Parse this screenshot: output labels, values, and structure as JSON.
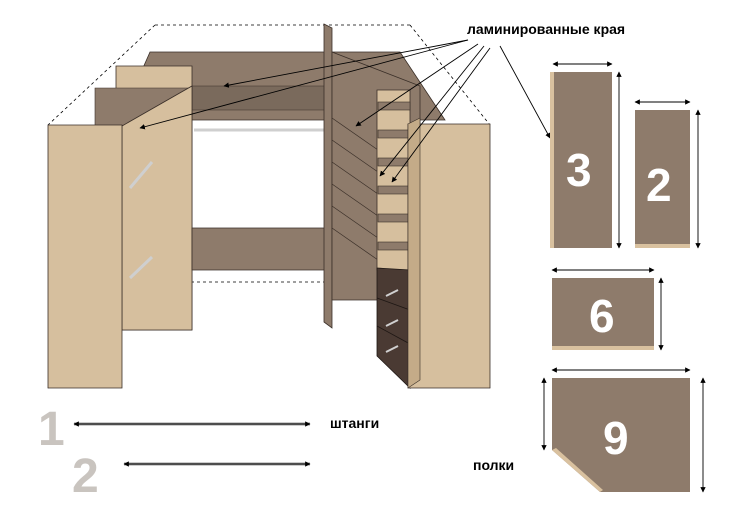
{
  "labels": {
    "laminated_edges": "ламинированные края",
    "rods": "штанги",
    "shelves": "полки"
  },
  "rods": [
    {
      "number": "1"
    },
    {
      "number": "2"
    }
  ],
  "panels": [
    {
      "number": "3"
    },
    {
      "number": "2"
    },
    {
      "number": "6"
    },
    {
      "number": "9"
    }
  ],
  "colors": {
    "side_panel": "#d6bf9e",
    "shelf": "#8e7b6b",
    "dark_shelf": "#7a6a5c",
    "drawer": "#4a3a33",
    "edge": "#d9c19f",
    "number_gray": "#c9c4bf"
  }
}
